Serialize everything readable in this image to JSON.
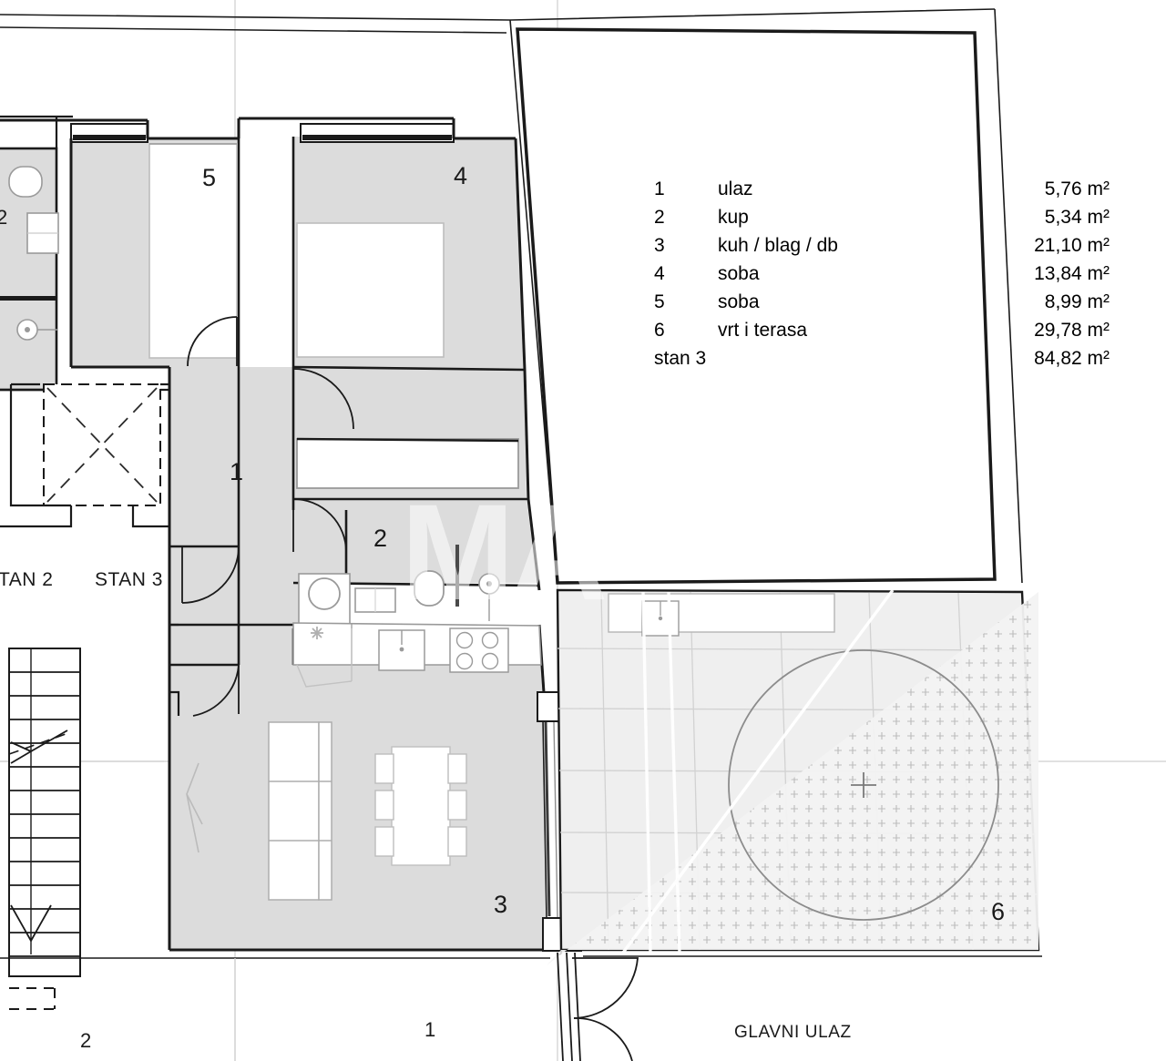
{
  "document": {
    "type": "architectural-floor-plan",
    "title": "stan 3",
    "watermark": "MA"
  },
  "legend": {
    "rows": [
      {
        "num": "1",
        "name": "ulaz",
        "area": "5,76 m²"
      },
      {
        "num": "2",
        "name": "kup",
        "area": "5,34 m²"
      },
      {
        "num": "3",
        "name": "kuh / blag / db",
        "area": "21,10 m²"
      },
      {
        "num": "4",
        "name": "soba",
        "area": "13,84 m²"
      },
      {
        "num": "5",
        "name": "soba",
        "area": "8,99 m²"
      },
      {
        "num": "6",
        "name": "vrt i terasa",
        "area": "29,78 m²"
      }
    ],
    "total": {
      "num": "stan 3",
      "name": "",
      "area": "84,82 m²"
    }
  },
  "room_markers": [
    {
      "id": "room-5",
      "label": "5"
    },
    {
      "id": "room-4",
      "label": "4"
    },
    {
      "id": "room-1",
      "label": "1"
    },
    {
      "id": "room-2",
      "label": "2"
    },
    {
      "id": "room-3",
      "label": "3"
    },
    {
      "id": "room-6",
      "label": "6"
    }
  ],
  "unit_labels": {
    "stan2": "TAN 2",
    "stan3": "STAN 3"
  },
  "edge_labels": {
    "left_partial_room": "2",
    "bottom_left": "2",
    "bottom_center": "1"
  },
  "entrance": {
    "label": "GLAVNI ULAZ"
  },
  "colors": {
    "room_fill": "#dcdcdc",
    "terrace_fill": "#efefef",
    "furniture_fill": "#ffffff",
    "wall_stroke": "#1a1a1a",
    "thin_stroke": "#8c8c8c",
    "grid_stroke": "#c8c8c8",
    "background": "#ffffff",
    "text": "#1a1a1a"
  }
}
